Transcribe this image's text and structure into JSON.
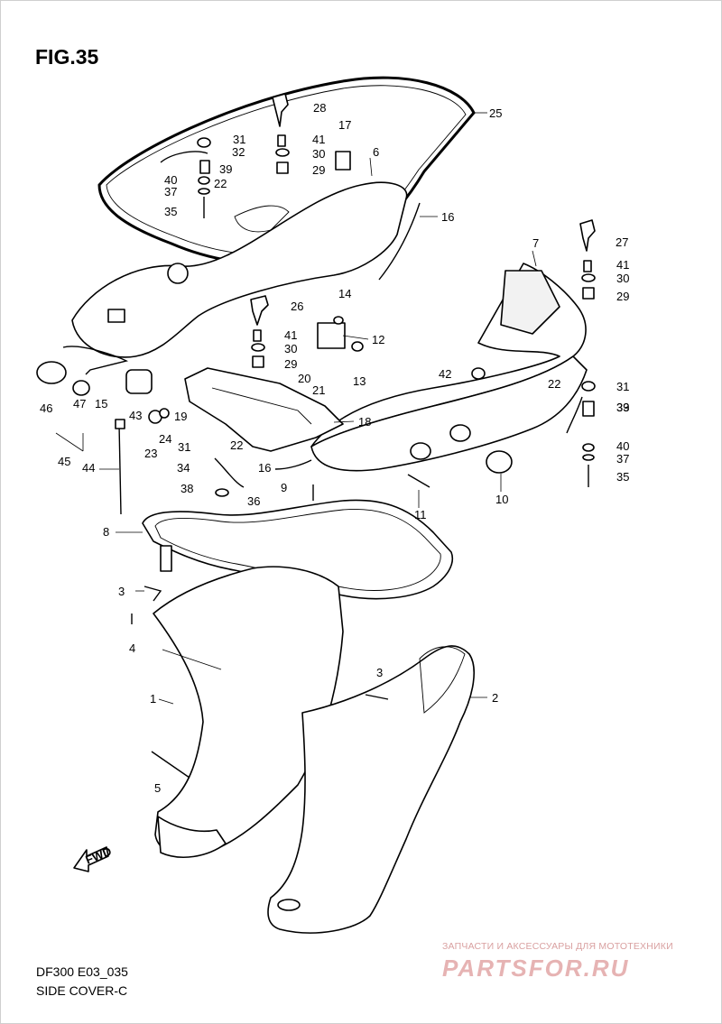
{
  "figure": {
    "title": "FIG.35",
    "code": "DF300 E03_035",
    "name": "SIDE COVER-C",
    "fwd_label": "FWD"
  },
  "watermark": {
    "tagline": "ЗАПЧАСТИ И АКСЕССУАРЫ ДЛЯ МОТОТЕХНИКИ",
    "logo": "PARTSFOR.RU"
  },
  "callouts": [
    "1",
    "2",
    "3",
    "3",
    "4",
    "5",
    "6",
    "7",
    "8",
    "9",
    "10",
    "11",
    "12",
    "13",
    "14",
    "15",
    "16",
    "16",
    "17",
    "18",
    "19",
    "20",
    "21",
    "22",
    "22",
    "22",
    "23",
    "24",
    "25",
    "26",
    "27",
    "28",
    "29",
    "29",
    "29",
    "30",
    "30",
    "30",
    "31",
    "31",
    "31",
    "32",
    "33",
    "34",
    "35",
    "35",
    "36",
    "37",
    "37",
    "38",
    "39",
    "39",
    "40",
    "40",
    "41",
    "41",
    "41",
    "42",
    "43",
    "44",
    "45",
    "46",
    "47"
  ]
}
